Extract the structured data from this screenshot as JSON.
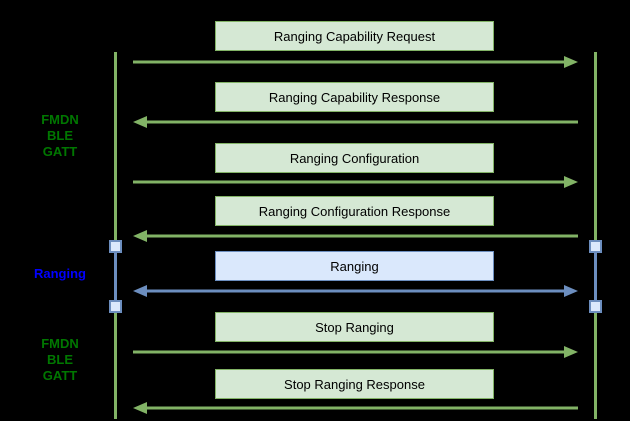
{
  "diagram_type": "sequence-diagram",
  "colors": {
    "background": "#000000",
    "gatt_stroke_green": "#82b366",
    "gatt_fill_green": "#d5e8d4",
    "gatt_label_green": "#007700",
    "ranging_stroke_blue": "#6c8ebf",
    "ranging_fill_blue": "#dae8fc",
    "ranging_label_blue": "#0000ff",
    "message_text": "#000000"
  },
  "side_labels": [
    {
      "lines": [
        "FMDN",
        "BLE",
        "GATT"
      ],
      "style": "green"
    },
    {
      "lines": [
        "Ranging"
      ],
      "style": "blue"
    },
    {
      "lines": [
        "FMDN",
        "BLE",
        "GATT"
      ],
      "style": "green"
    }
  ],
  "messages": [
    {
      "label": "Ranging Capability Request",
      "direction": "right",
      "style": "green"
    },
    {
      "label": "Ranging Capability Response",
      "direction": "left",
      "style": "green"
    },
    {
      "label": "Ranging Configuration",
      "direction": "right",
      "style": "green"
    },
    {
      "label": "Ranging Configuration Response",
      "direction": "left",
      "style": "green"
    },
    {
      "label": "Ranging",
      "direction": "both",
      "style": "blue"
    },
    {
      "label": "Stop Ranging",
      "direction": "right",
      "style": "green"
    },
    {
      "label": "Stop Ranging Response",
      "direction": "left",
      "style": "green"
    }
  ]
}
